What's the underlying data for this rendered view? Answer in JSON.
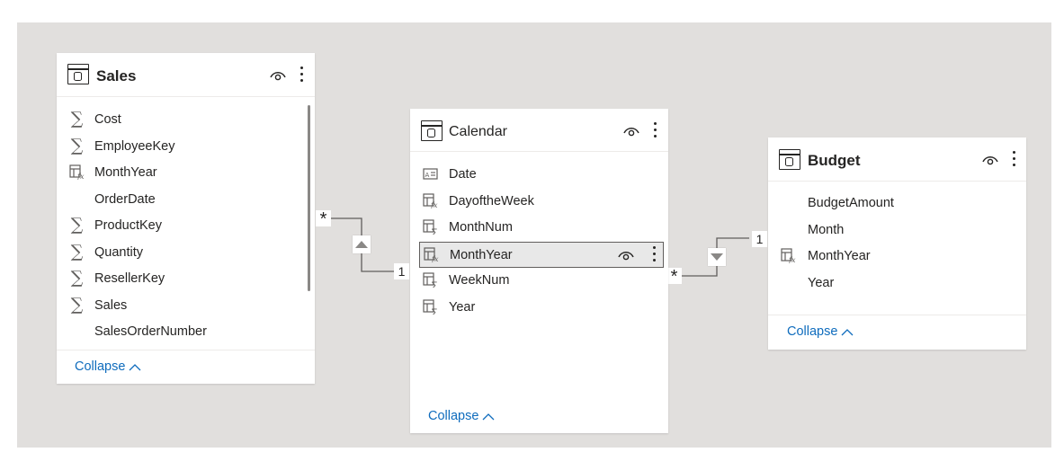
{
  "tables": {
    "sales": {
      "title": "Sales",
      "fields": [
        {
          "label": "Cost",
          "icon": "sigma-icon"
        },
        {
          "label": "EmployeeKey",
          "icon": "sigma-icon"
        },
        {
          "label": "MonthYear",
          "icon": "calculated-column-icon"
        },
        {
          "label": "OrderDate",
          "icon": "none"
        },
        {
          "label": "ProductKey",
          "icon": "sigma-icon"
        },
        {
          "label": "Quantity",
          "icon": "sigma-icon"
        },
        {
          "label": "ResellerKey",
          "icon": "sigma-icon"
        },
        {
          "label": "Sales",
          "icon": "sigma-icon"
        },
        {
          "label": "SalesOrderNumber",
          "icon": "none"
        }
      ],
      "collapse_label": "Collapse"
    },
    "calendar": {
      "title": "Calendar",
      "fields": [
        {
          "label": "Date",
          "icon": "text-icon"
        },
        {
          "label": "DayoftheWeek",
          "icon": "calculated-column-icon"
        },
        {
          "label": "MonthNum",
          "icon": "calculated-sum-column-icon"
        },
        {
          "label": "MonthYear",
          "icon": "calculated-column-icon",
          "selected": true
        },
        {
          "label": "WeekNum",
          "icon": "calculated-sum-column-icon"
        },
        {
          "label": "Year",
          "icon": "calculated-sum-column-icon"
        }
      ],
      "collapse_label": "Collapse"
    },
    "budget": {
      "title": "Budget",
      "fields": [
        {
          "label": "BudgetAmount",
          "icon": "none"
        },
        {
          "label": "Month",
          "icon": "none"
        },
        {
          "label": "MonthYear",
          "icon": "calculated-column-icon"
        },
        {
          "label": "Year",
          "icon": "none"
        }
      ],
      "collapse_label": "Collapse"
    }
  },
  "relationships": [
    {
      "from": "Sales",
      "to": "Calendar",
      "from_cardinality": "*",
      "to_cardinality": "1",
      "direction": "up-arrow"
    },
    {
      "from": "Calendar",
      "to": "Budget",
      "from_cardinality": "*",
      "to_cardinality": "1",
      "direction": "down-arrow"
    }
  ],
  "colors": {
    "canvas": "#e1dfdd",
    "link": "#0f6cbd",
    "selected_row": "#e8e8e8"
  }
}
